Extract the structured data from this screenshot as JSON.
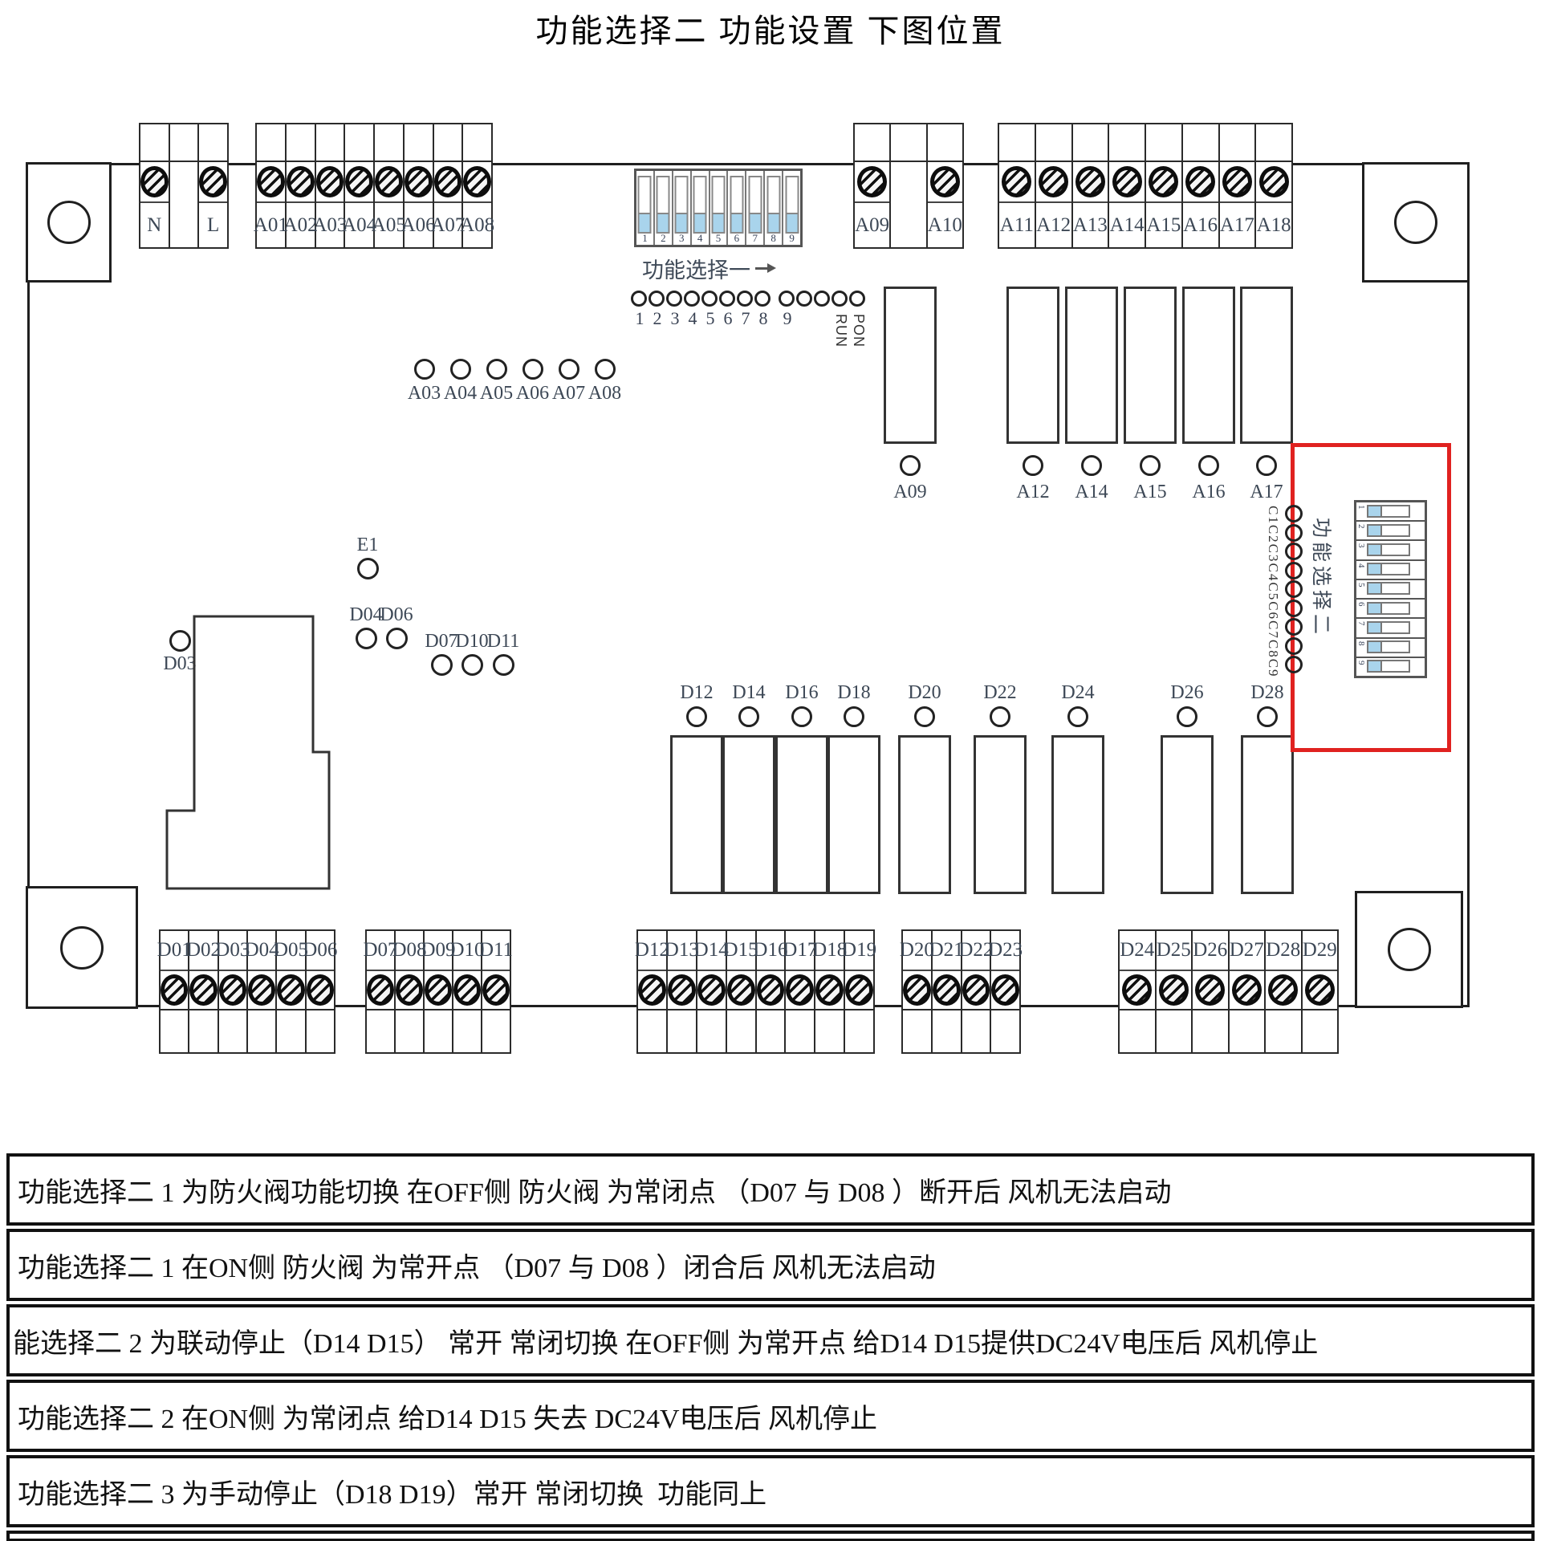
{
  "title": "功能选择二 功能设置 下图位置",
  "colors": {
    "handle_blue": "#a9d4ec",
    "highlight_red": "#e02220",
    "label_ink": "#3d4856"
  },
  "board": {
    "top_terminals": {
      "nl": [
        "N",
        "",
        "L"
      ],
      "a01_a08": [
        "A01",
        "A02",
        "A03",
        "A04",
        "A05",
        "A06",
        "A07",
        "A08"
      ],
      "a09_a10": [
        "A09",
        "",
        "A10"
      ],
      "a11_a18": [
        "A11",
        "A12",
        "A13",
        "A14",
        "A15",
        "A16",
        "A17",
        "A18"
      ]
    },
    "dip1": {
      "label": "功能选择一",
      "switches": [
        "1",
        "2",
        "3",
        "4",
        "5",
        "6",
        "7",
        "8",
        "9"
      ]
    },
    "led_row": [
      {
        "n": "1",
        "v": ""
      },
      {
        "n": "2",
        "v": ""
      },
      {
        "n": "3",
        "v": ""
      },
      {
        "n": "4",
        "v": ""
      },
      {
        "n": "5",
        "v": ""
      },
      {
        "n": "6",
        "v": ""
      },
      {
        "n": "7",
        "v": ""
      },
      {
        "n": "8",
        "v": ""
      },
      {
        "n": "9",
        "v": ""
      },
      {
        "n": "",
        "v": ""
      },
      {
        "n": "",
        "v": ""
      },
      {
        "n": "",
        "v": "RUN"
      },
      {
        "n": "",
        "v": "PON"
      }
    ],
    "mid_leds": [
      "A03",
      "A04",
      "A05",
      "A06",
      "A07",
      "A08"
    ],
    "points": {
      "e1": "E1",
      "d03": "D03",
      "d04": "D04",
      "d06": "D06",
      "d07": "D07",
      "d10": "D10",
      "d11": "D11"
    },
    "top_relays": [
      "A09",
      "A12",
      "A14",
      "A15",
      "A16",
      "A17"
    ],
    "bottom_relays": [
      "D12",
      "D14",
      "D16",
      "D18",
      "D20",
      "D22",
      "D24",
      "D26",
      "D28"
    ],
    "dip2": {
      "label": "功能选择二",
      "switches": [
        "1",
        "2",
        "3",
        "4",
        "5",
        "6",
        "7",
        "8",
        "9"
      ],
      "c_labels": "C1C2C3C4C5C6C7C8C9"
    },
    "bottom_terminals": {
      "d01_d06": [
        "D01",
        "D02",
        "D03",
        "D04",
        "D05",
        "D06"
      ],
      "d07_d11": [
        "D07",
        "D08",
        "D09",
        "D10",
        "D11"
      ],
      "d12_d19": [
        "D12",
        "D13",
        "D14",
        "D15",
        "D16",
        "D17",
        "D18",
        "D19"
      ],
      "d20_d23": [
        "D20",
        "D21",
        "D22",
        "D23"
      ],
      "d24_d29": [
        "D24",
        "D25",
        "D26",
        "D27",
        "D28",
        "D29"
      ]
    }
  },
  "table": {
    "rows": [
      "功能选择二 1 为防火阀功能切换 在OFF侧 防火阀 为常闭点 （D07 与 D08 ）断开后 风机无法启动",
      "功能选择二 1 在ON侧 防火阀 为常开点 （D07 与 D08 ）闭合后 风机无法启动",
      "能选择二 2 为联动停止（D14 D15） 常开 常闭切换 在OFF侧 为常开点 给D14 D15提供DC24V电压后 风机停止",
      "功能选择二 2 在ON侧 为常闭点 给D14 D15 失去 DC24V电压后 风机停止",
      "功能选择二 3 为手动停止（D18 D19）常开 常闭切换  功能同上",
      ""
    ]
  }
}
